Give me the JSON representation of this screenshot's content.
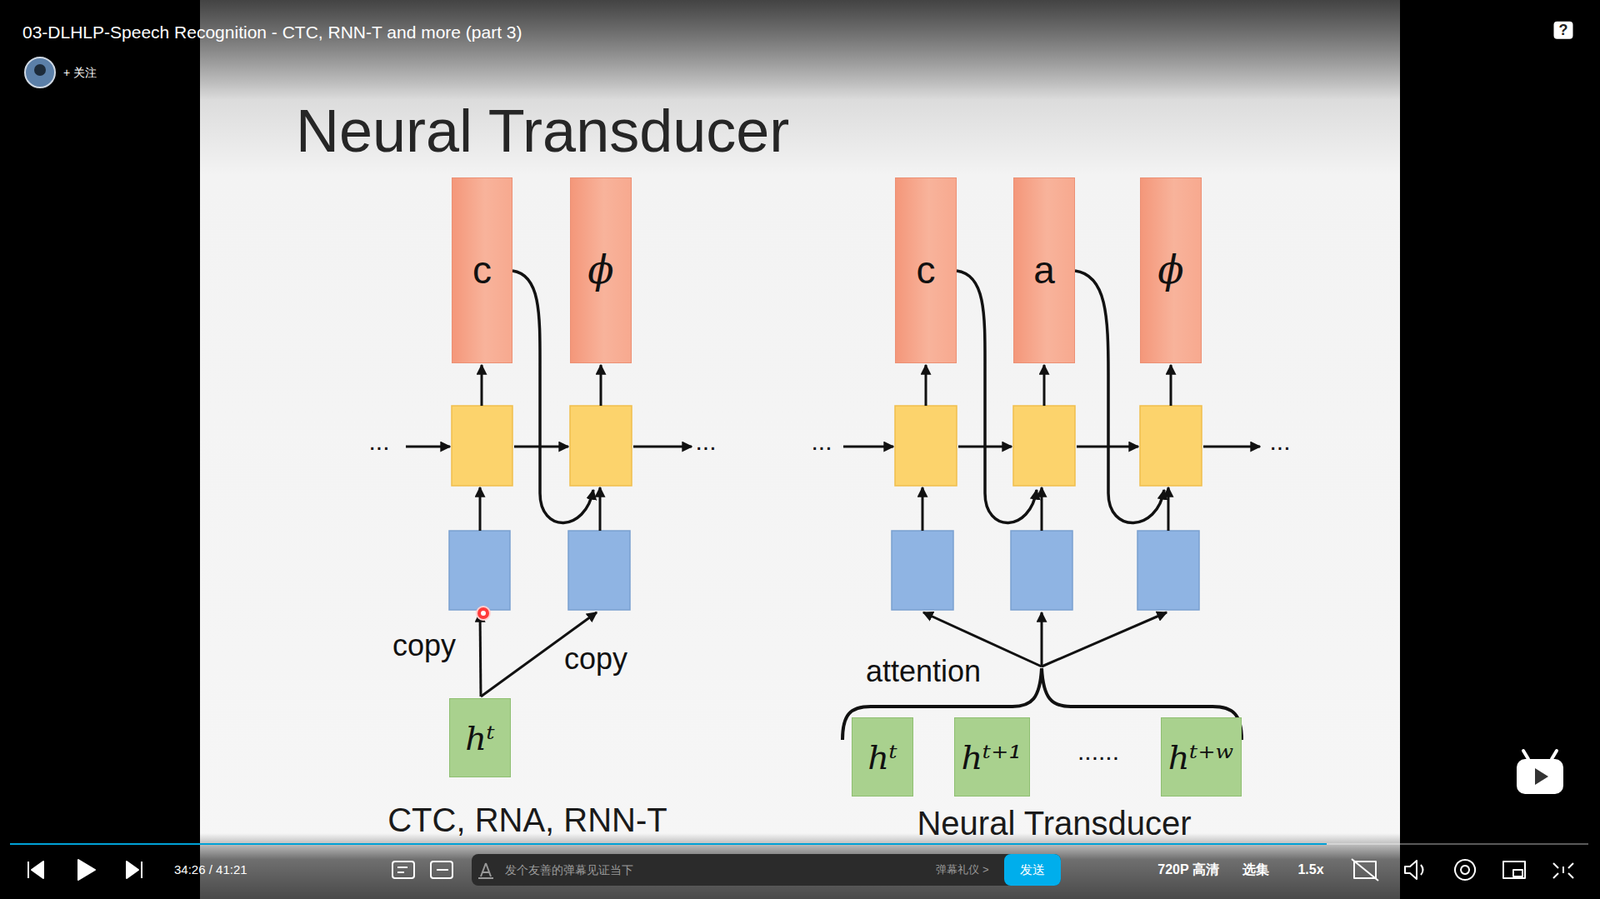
{
  "diagram": {
    "title": "Neural Transducer",
    "nodes": [
      {
        "text": [
          "c"
        ]
      },
      {
        "text": [
          "ϕ"
        ]
      },
      {
        "text": [
          "c"
        ]
      },
      {
        "text": [
          "a"
        ]
      },
      {
        "text": [
          "ϕ"
        ]
      },
      {
        "text": [
          "hᵗ"
        ]
      },
      {
        "text": [
          "hᵗ"
        ]
      },
      {
        "text": [
          "hᵗ⁺¹"
        ]
      },
      {
        "text": [
          "hᵗ⁺ʷ"
        ]
      }
    ],
    "labels": [
      "03-DLHLP-Speech Recognition - CTC, RNN-T and more (part 3)",
      "+ 关注",
      "?",
      "...",
      "...",
      "...",
      "...",
      "copy",
      "copy",
      "attention",
      "......",
      "CTC, RNA, RNN-T",
      "Neural Transducer",
      "34:26 / 41:21",
      "发个友善的弹幕见证当下",
      "弹幕礼仪 >",
      "发送",
      "720P 高清",
      "选集",
      "1.5x"
    ]
  }
}
